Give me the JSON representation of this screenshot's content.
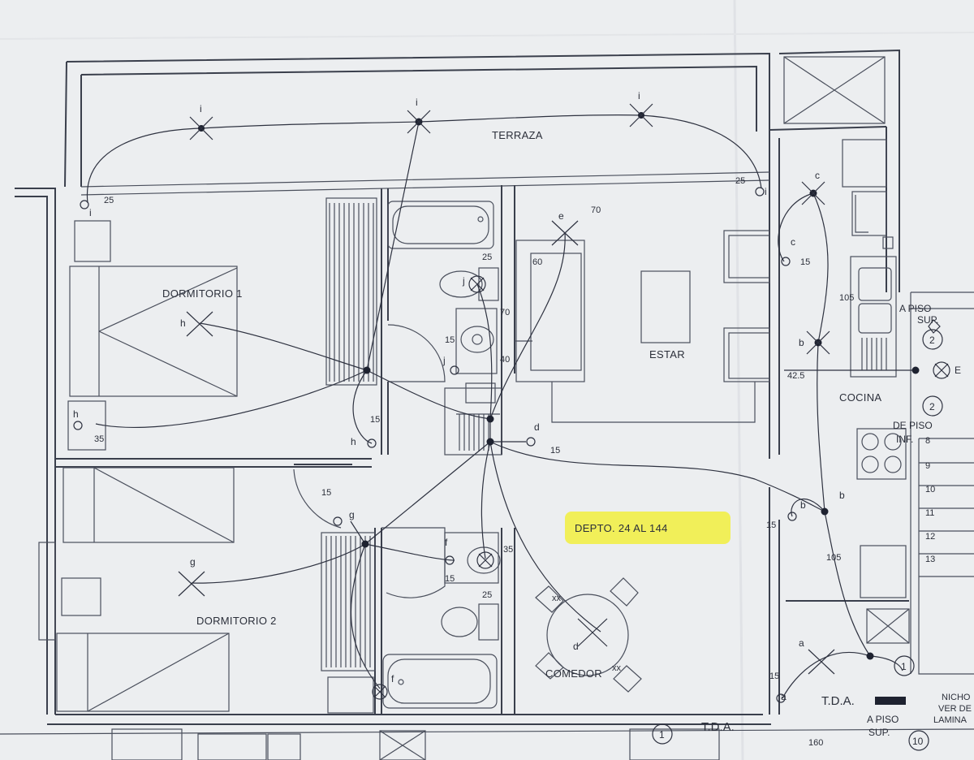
{
  "rooms": {
    "terraza": "TERRAZA",
    "dormitorio1": "DORMITORIO 1",
    "dormitorio2": "DORMITORIO 2",
    "estar": "ESTAR",
    "cocina": "COCINA",
    "comedor": "COMEDOR"
  },
  "highlight_label": "DEPTO. 24 AL 144",
  "tda_labels": [
    "T.D.A.",
    "T.D.A."
  ],
  "stair_labels": {
    "a_piso_sup": "A PISO",
    "sup": "SUP.",
    "de_piso": "DE PISO",
    "inf": "INF.",
    "a_piso_sup_bottom": "A PISO",
    "sup_bottom": "SUP.",
    "nicho": "NICHO",
    "ver_de": "VER DE",
    "lamina": "LAMINA"
  },
  "circle_markers": [
    "2",
    "2",
    "1",
    "1",
    "10"
  ],
  "stair_numbers": [
    "8",
    "9",
    "10",
    "11",
    "12",
    "13"
  ],
  "fixture_letters": {
    "i1": "i",
    "i2": "i",
    "i3": "i",
    "i_sw": "i",
    "i_sw2": "i",
    "h_light": "h",
    "h_sw1": "h",
    "h_sw2": "h",
    "g_light": "g",
    "g_sw": "g",
    "j_light": "j",
    "j_sw": "j",
    "e_light": "e",
    "e_ext": "E",
    "d_light": "d",
    "d_sw": "d",
    "c_light": "c",
    "c_sw": "c",
    "b_light": "b",
    "b_light2": "b",
    "b_sw": "b",
    "a_light": "a",
    "a_sw": "a",
    "f_light": "f",
    "f_sw": "f"
  },
  "dimensions": {
    "d25a": "25",
    "d25b": "25",
    "d70a": "70",
    "d60": "60",
    "d25c": "25",
    "d70b": "70",
    "d15a": "15",
    "d40": "40",
    "d15b": "15",
    "d15c": "15",
    "d35a": "35",
    "d15d": "15",
    "d15e": "15",
    "d35b": "35",
    "d25d": "25",
    "d105a": "105",
    "d15f": "15",
    "d42": "42.5",
    "d15g": "15",
    "d105b": "105",
    "d15h": "15",
    "d160": "160",
    "xx1": "xx",
    "xx2": "xx"
  }
}
